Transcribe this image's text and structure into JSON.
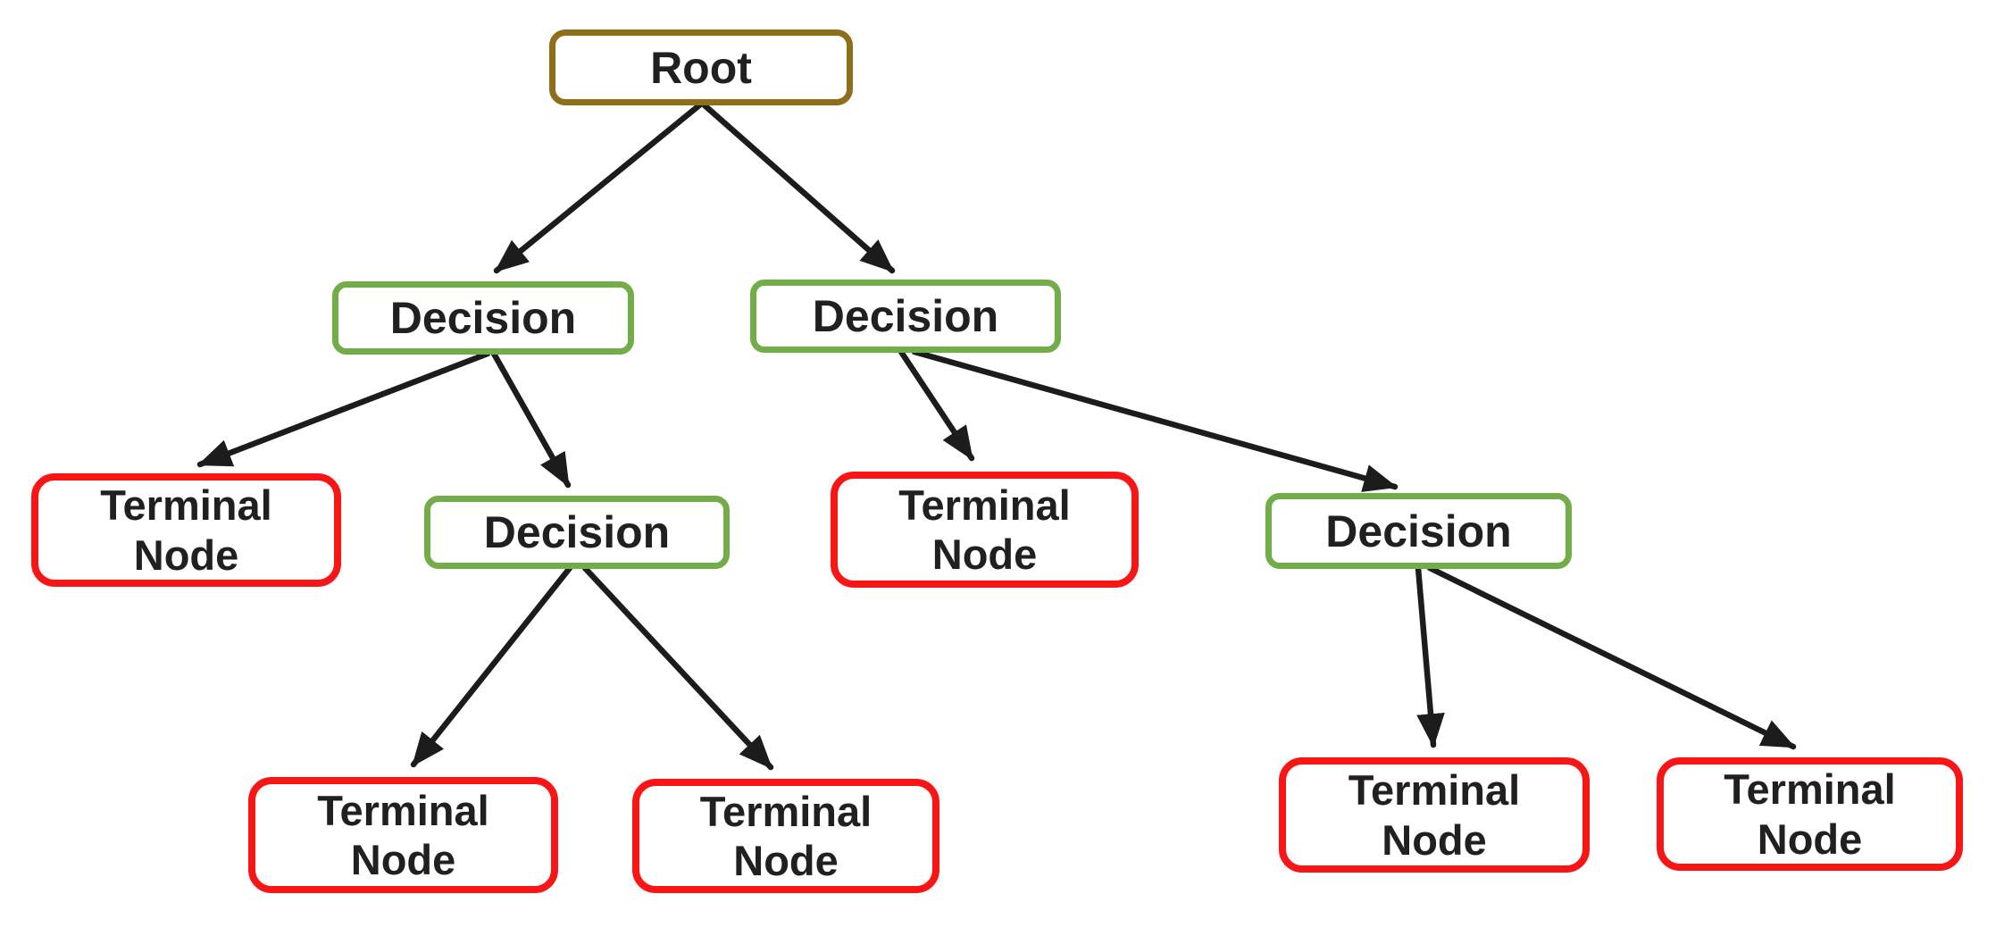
{
  "diagram": {
    "kind": "decision-tree",
    "colors": {
      "background": "#ffffff",
      "root_border": "#8f6e1b",
      "decision_border": "#72ad4a",
      "terminal_border": "#f81515",
      "node_fill": "#ffffff",
      "arrow": "#1c1c1c",
      "text": "#202020"
    },
    "nodes": {
      "root": {
        "type": "root",
        "label": "Root"
      },
      "decision_left": {
        "type": "decision",
        "label": "Decision"
      },
      "decision_right": {
        "type": "decision",
        "label": "Decision"
      },
      "terminal_far_left": {
        "type": "terminal",
        "line1": "Terminal",
        "line2": "Node"
      },
      "decision_mid": {
        "type": "decision",
        "label": "Decision"
      },
      "terminal_mid": {
        "type": "terminal",
        "line1": "Terminal",
        "line2": "Node"
      },
      "decision_lower_right": {
        "type": "decision",
        "label": "Decision"
      },
      "terminal_bottom_left_1": {
        "type": "terminal",
        "line1": "Terminal",
        "line2": "Node"
      },
      "terminal_bottom_left_2": {
        "type": "terminal",
        "line1": "Terminal",
        "line2": "Node"
      },
      "terminal_bottom_right_1": {
        "type": "terminal",
        "line1": "Terminal",
        "line2": "Node"
      },
      "terminal_bottom_right_2": {
        "type": "terminal",
        "line1": "Terminal",
        "line2": "Node"
      }
    },
    "edges": [
      {
        "from": "root",
        "to": "decision_left"
      },
      {
        "from": "root",
        "to": "decision_right"
      },
      {
        "from": "decision_left",
        "to": "terminal_far_left"
      },
      {
        "from": "decision_left",
        "to": "decision_mid"
      },
      {
        "from": "decision_mid",
        "to": "terminal_bottom_left_1"
      },
      {
        "from": "decision_mid",
        "to": "terminal_bottom_left_2"
      },
      {
        "from": "decision_right",
        "to": "terminal_mid"
      },
      {
        "from": "decision_right",
        "to": "decision_lower_right"
      },
      {
        "from": "decision_lower_right",
        "to": "terminal_bottom_right_1"
      },
      {
        "from": "decision_lower_right",
        "to": "terminal_bottom_right_2"
      }
    ]
  }
}
